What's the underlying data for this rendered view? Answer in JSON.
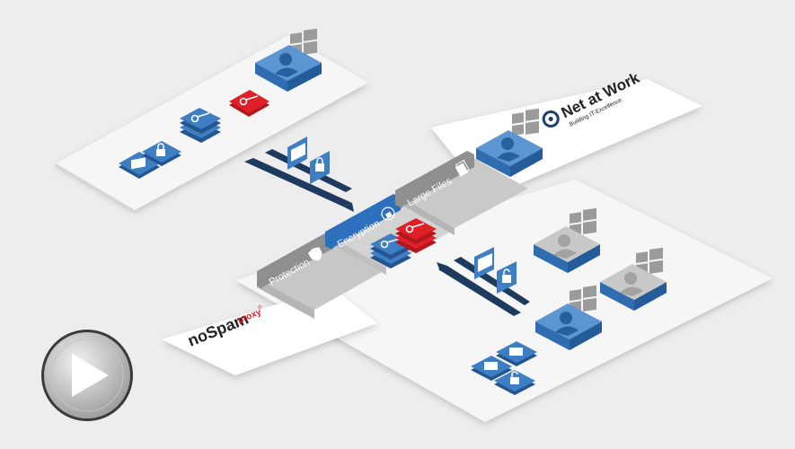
{
  "diagram": {
    "modules": {
      "protection": "Protection",
      "encryption": "Encryption",
      "large_files": "Large Files"
    },
    "brands": {
      "vendor_name": "Net at Work",
      "vendor_tagline": "Building IT-Excellence.",
      "product_main": "noSpam",
      "product_sub": "proxy",
      "product_mark": "®"
    }
  },
  "colors": {
    "blue": "#3d7ec4",
    "blue_dark": "#24558f",
    "red": "#e02028",
    "navy": "#1f3a5f",
    "gray_module": "#8f8f8f",
    "platform": "#f7f7f7"
  },
  "icons": [
    "windows-logo-icon",
    "user-icon",
    "key-icon",
    "envelope-icon",
    "lock-icon",
    "unlock-icon",
    "file-icon",
    "shield-icon",
    "play-icon",
    "target-logo-icon"
  ]
}
